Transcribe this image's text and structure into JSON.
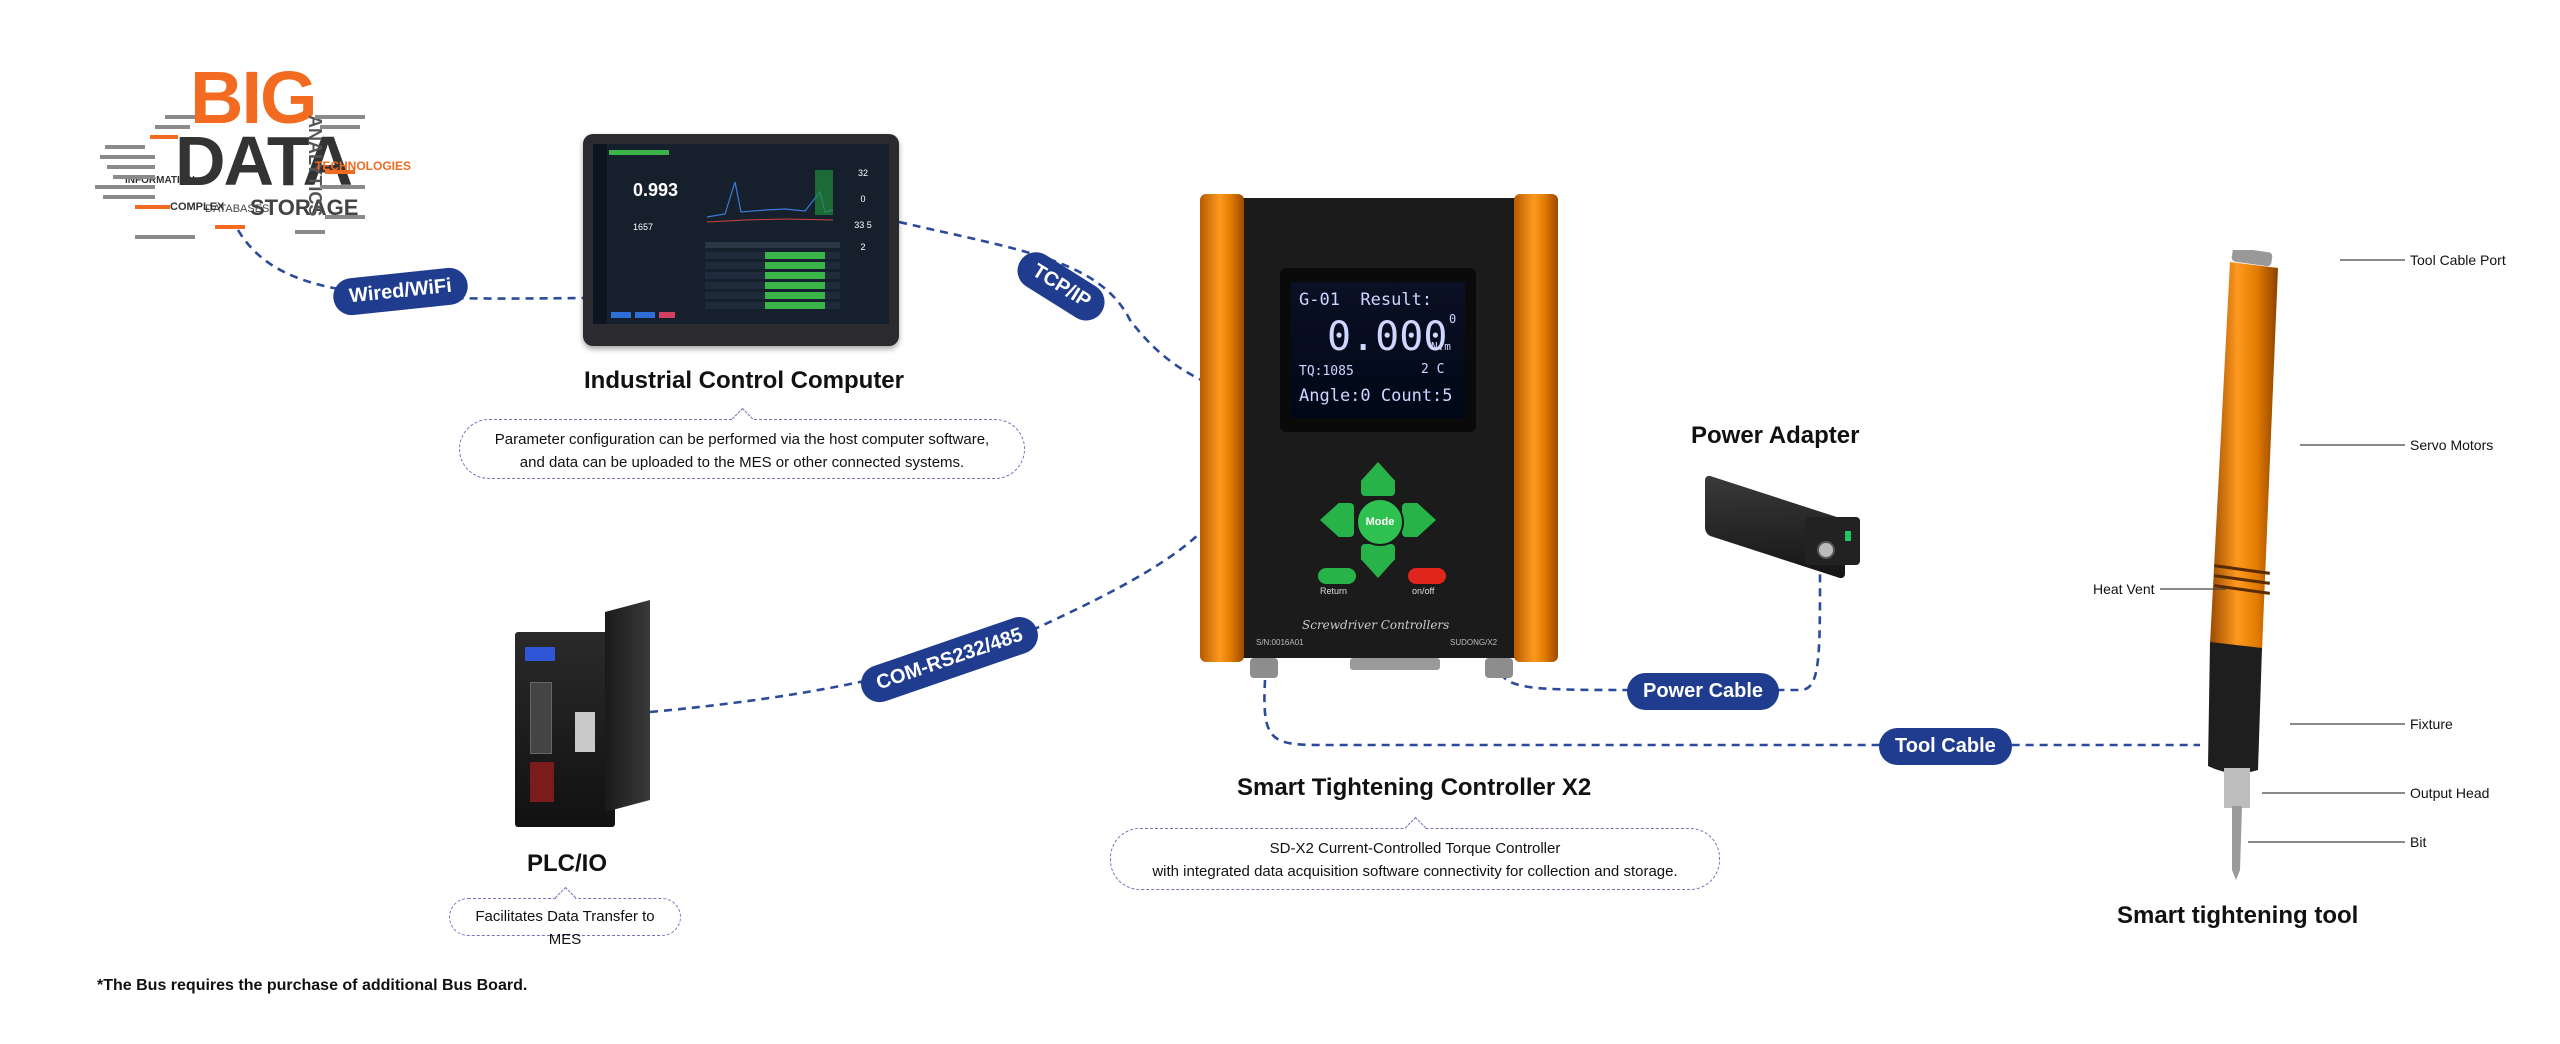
{
  "labels": {
    "wired_wifi": "Wired/WiFi",
    "tcp_ip": "TCP/IP",
    "com_rs": "COM-RS232/485",
    "power_cable": "Power Cable",
    "tool_cable": "Tool Cable"
  },
  "computer": {
    "title": "Industrial Control Computer",
    "note": [
      "Parameter configuration can be performed via the host computer software,",
      "and data can be uploaded to the MES or other connected systems."
    ],
    "screen_value": "0.993",
    "screen_small": "1657",
    "screen_right": [
      "32",
      "0",
      "33 5",
      "2"
    ]
  },
  "controller": {
    "title": "Smart Tightening Controller X2",
    "note": [
      "SD-X2 Current-Controlled Torque Controller",
      "with integrated data acquisition software connectivity for collection and storage."
    ],
    "lcd": {
      "line1": "G-01  Result:",
      "value": "0.000",
      "unit": "N.m",
      "line3": "TQ:1085",
      "line3b": "2 C",
      "line4": "Angle:0 Count:5",
      "zero": "0"
    },
    "mode_label": "Mode",
    "return_label": "Return",
    "onoff_label": "on/off",
    "brand_label": "Screwdriver Controllers",
    "serial_label": "S/N:0016A01",
    "model_label": "SUDONG/X2"
  },
  "power": {
    "title": "Power Adapter"
  },
  "plc": {
    "title": "PLC/IO",
    "note": [
      "Facilitates Data Transfer to MES"
    ]
  },
  "tool": {
    "title": "Smart tightening tool",
    "callouts": {
      "cable_port": "Tool Cable Port",
      "servo": "Servo Motors",
      "heat_vent": "Heat Vent",
      "fixture": "Fixture",
      "output_head": "Output Head",
      "bit": "Bit"
    }
  },
  "bigdata": {
    "big": "BIG",
    "data": "DATA",
    "storage": "STORAGE",
    "analytics": "ANALYTICS",
    "technologies": "TECHNOLOGIES",
    "databases": "DATABASES",
    "complex": "COMPLEX",
    "information": "INFORMATION"
  },
  "footnote": "*The Bus requires the purchase of additional Bus Board.",
  "colors": {
    "pill": "#1f3c8f",
    "wire": "#2a4a9a",
    "orange": "#f08a12",
    "green": "#27b34a",
    "red": "#e0261d"
  }
}
